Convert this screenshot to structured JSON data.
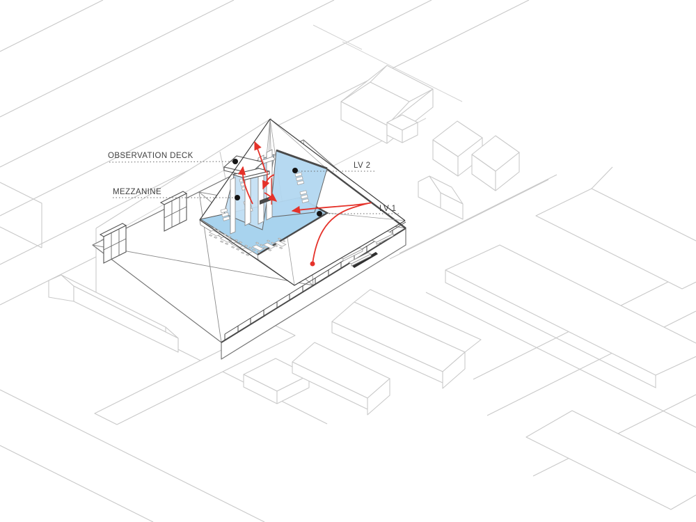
{
  "diagram": {
    "title": "axonometric-circulation-diagram",
    "labels": {
      "observation_deck": "OBSERVATION DECK",
      "mezzanine": "MEZZANINE",
      "lv2": "LV 2",
      "lv1": "LV 1"
    },
    "colors": {
      "background": "#ffffff",
      "context_line": "#c9c9c9",
      "site_line": "#4a4a4a",
      "lv1_floor_fill": "#a8d3ee",
      "mezzanine_fill": "#c3e0f4",
      "lv2_fill": "#b2d7f0",
      "circulation": "#e5322a",
      "marker_dot": "#141414",
      "label_text": "#3f3f3f"
    }
  }
}
